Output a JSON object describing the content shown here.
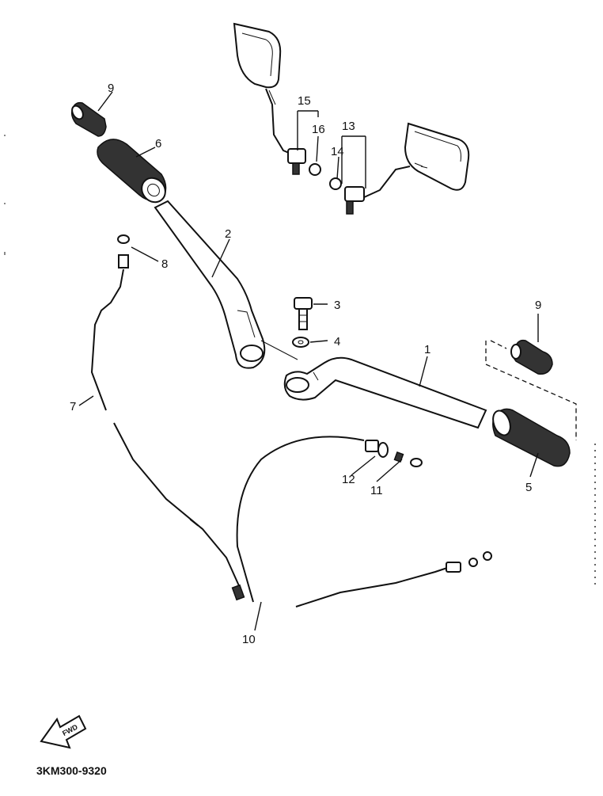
{
  "callouts": [
    {
      "id": "label-1",
      "text": "1"
    },
    {
      "id": "label-2",
      "text": "2"
    },
    {
      "id": "label-3",
      "text": "3"
    },
    {
      "id": "label-4",
      "text": "4"
    },
    {
      "id": "label-5",
      "text": "5"
    },
    {
      "id": "label-6",
      "text": "6"
    },
    {
      "id": "label-7",
      "text": "7"
    },
    {
      "id": "label-8",
      "text": "8"
    },
    {
      "id": "label-9a",
      "text": "9"
    },
    {
      "id": "label-9b",
      "text": "9"
    },
    {
      "id": "label-10",
      "text": "10"
    },
    {
      "id": "label-11",
      "text": "11"
    },
    {
      "id": "label-12",
      "text": "12"
    },
    {
      "id": "label-13",
      "text": "13"
    },
    {
      "id": "label-14",
      "text": "14"
    },
    {
      "id": "label-15",
      "text": "15"
    },
    {
      "id": "label-16",
      "text": "16"
    }
  ],
  "fwd_label": "FWD",
  "diagram_code": "3KM300-9320"
}
